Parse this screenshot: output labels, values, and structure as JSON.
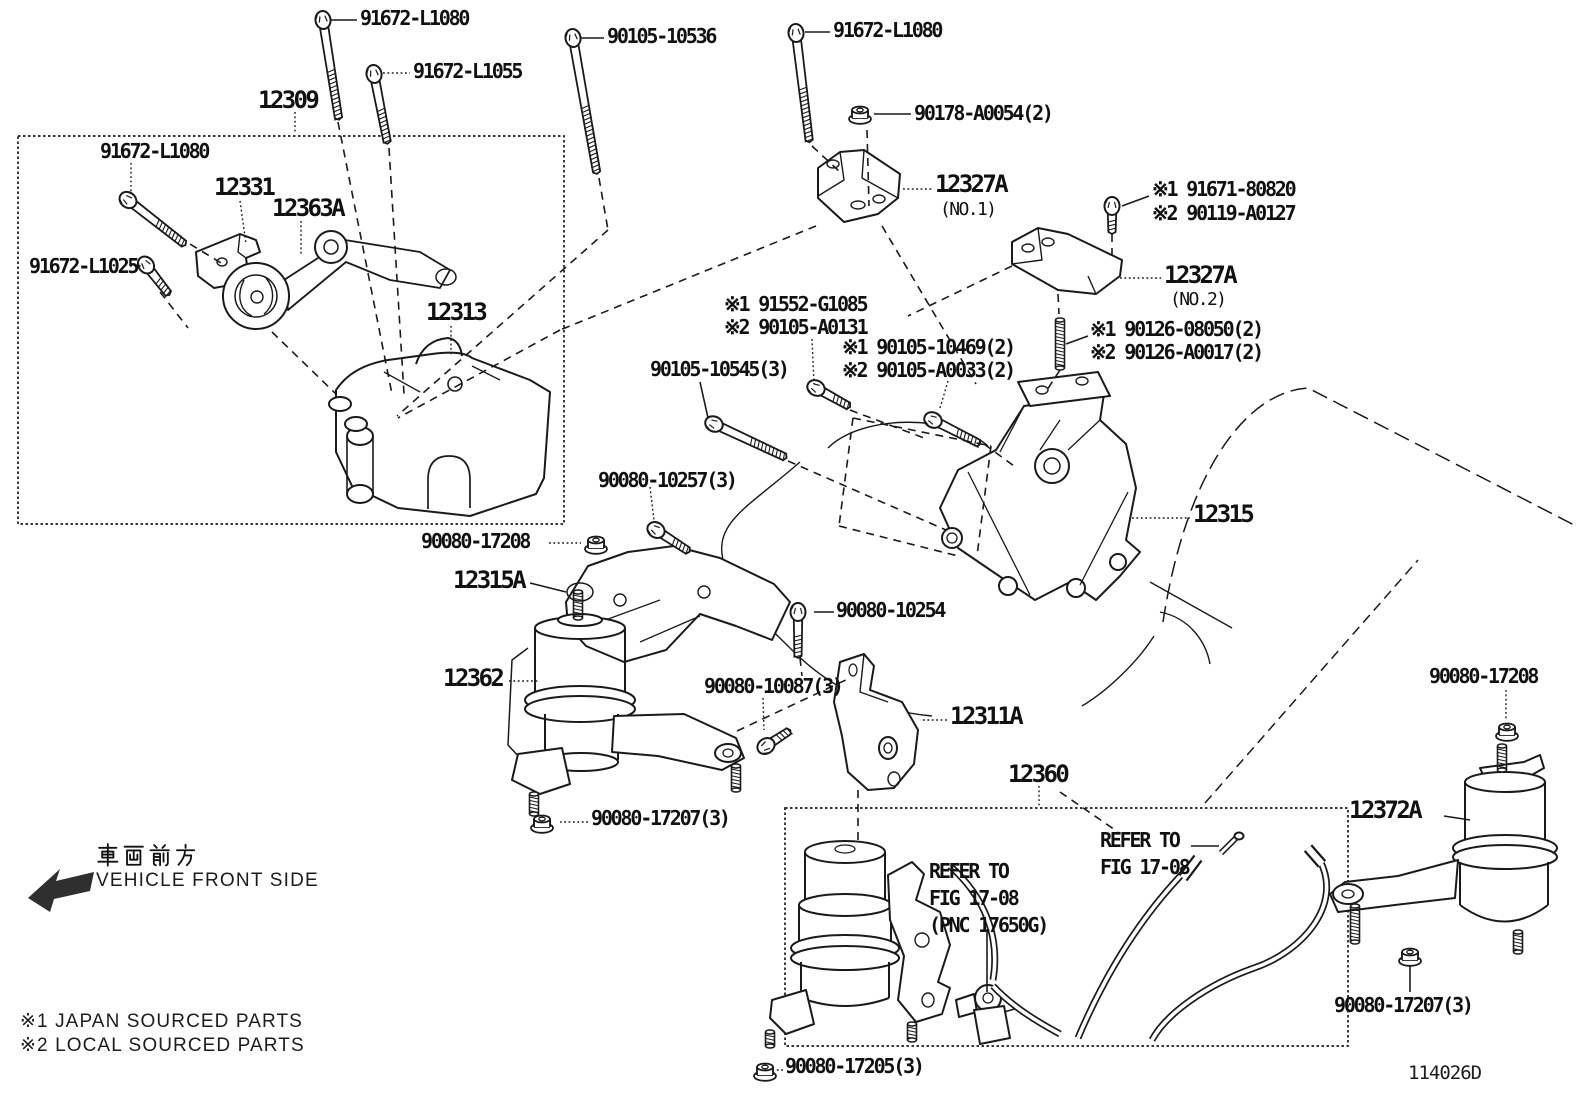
{
  "figure_code": "114026D",
  "direction": {
    "jp": "車両前方",
    "en": "VEHICLE FRONT SIDE"
  },
  "notes": [
    "※1 JAPAN SOURCED PARTS",
    "※2 LOCAL SOURCED PARTS"
  ],
  "refer": {
    "l1": "REFER TO",
    "l2": "FIG 17-08",
    "l3": "(PNC 17650G)"
  },
  "callouts": {
    "b91672_l1080_a": "91672-L1080",
    "b90105_10536": "90105-10536",
    "b91672_l1055": "91672-L1055",
    "b91672_l1080_b": "91672-L1080",
    "box12309": "12309",
    "n90178_a0054": "90178-A0054(2)",
    "b91672_l1080_c": "91672-L1080",
    "p12331": "12331",
    "p12363a": "12363A",
    "b91672_l1025": "91672-L1025",
    "p12313": "12313",
    "p12327a_no1": "12327A",
    "no1": "(NO.1)",
    "a91671_80820": "※1 91671-80820",
    "a90119_a0127": "※2 90119-A0127",
    "p12327a_no2": "12327A",
    "no2": "(NO.2)",
    "a90126_08050": "※1 90126-08050(2)",
    "a90126_a0017": "※2 90126-A0017(2)",
    "a91552_g1085": "※1 91552-G1085",
    "a90105_a0131": "※2 90105-A0131",
    "a90105_10469": "※1 90105-10469(2)",
    "a90105_a0033": "※2 90105-A0033(2)",
    "b90105_10545": "90105-10545(3)",
    "p12315": "12315",
    "b90080_10257": "90080-10257(3)",
    "n90080_17208_l": "90080-17208",
    "p12315a": "12315A",
    "p12362": "12362",
    "b90080_10254": "90080-10254",
    "b90080_10087": "90080-10087(3)",
    "p12311a": "12311A",
    "box12360": "12360",
    "n90080_17207_l": "90080-17207(3)",
    "n90080_17208_r": "90080-17208",
    "p12372a": "12372A",
    "n90080_17207_r": "90080-17207(3)",
    "n90080_17205": "90080-17205(3)"
  }
}
